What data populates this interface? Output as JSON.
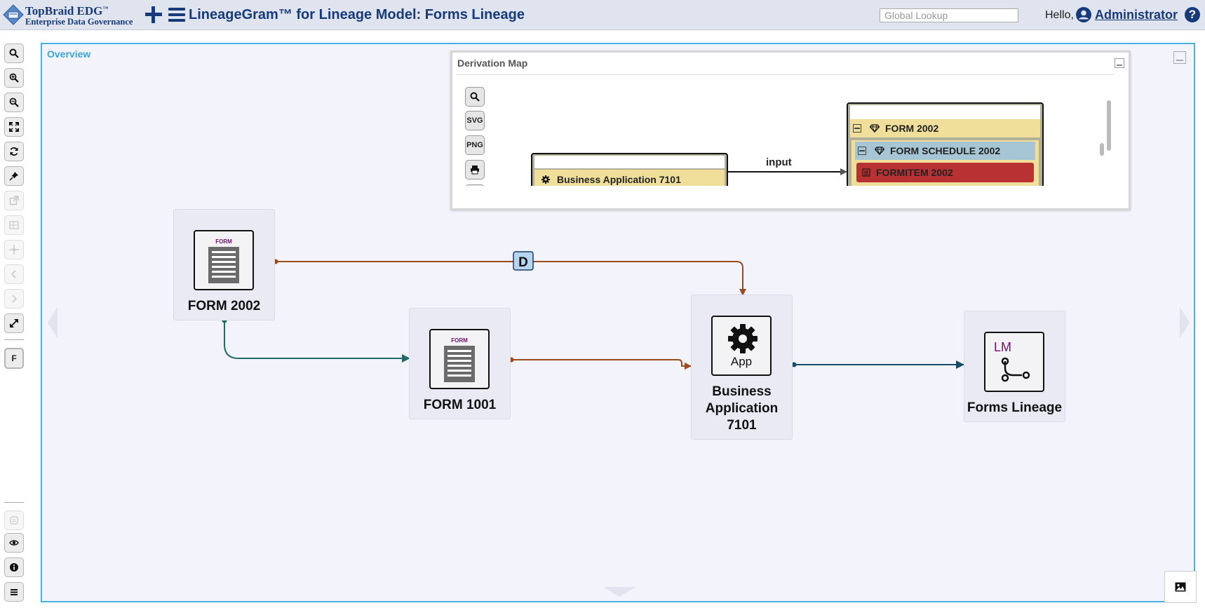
{
  "header": {
    "logo_title": "TopBraid EDG",
    "logo_tm": "™",
    "logo_subtitle": "Enterprise Data Governance",
    "page_title": "LineageGram™ for Lineage Model: Forms Lineage",
    "search_placeholder": "Global Lookup",
    "greeting": "Hello,",
    "user_name": "Administrator",
    "help_label": "?"
  },
  "toolbar": {
    "buttons": [
      "search-icon",
      "zoom-in-icon",
      "zoom-out-icon",
      "fit-screen-icon",
      "refresh-icon",
      "pin-icon",
      "open-external-icon",
      "layout-icon",
      "center-icon",
      "previous-icon",
      "next-icon",
      "expand-icon"
    ],
    "filter_label": "F",
    "bottom_buttons": [
      "comment-icon",
      "eye-icon",
      "info-icon",
      "menu-icon"
    ]
  },
  "canvas": {
    "label": "Overview",
    "nodes": [
      {
        "label": "FORM 2002",
        "icon": "form-icon",
        "icon_text": "FORM"
      },
      {
        "label": "FORM 1001",
        "icon": "form-icon",
        "icon_text": "FORM"
      },
      {
        "label": "Business Application 7101",
        "icon": "gear-icon",
        "icon_text": "App"
      },
      {
        "label": "Forms Lineage",
        "icon": "lineage-model-icon",
        "icon_text": "LM"
      }
    ],
    "edge_badge": "D",
    "colors": {
      "derivation_edge": "#9b4a1e",
      "data_edge": "#1f6b68",
      "lineage_edge": "#164b6a",
      "frame": "#4ab1e4",
      "background": "#f2f3fb"
    }
  },
  "derivation_map": {
    "title": "Derivation Map",
    "buttons": [
      "search-icon",
      "SVG",
      "PNG",
      "print-icon",
      "zoom-in-icon"
    ],
    "source": {
      "label": "Business Application 7101",
      "color": "#efdf9b"
    },
    "edge_label": "input",
    "target": {
      "label": "FORM 2002",
      "child": "FORM SCHEDULE 2002",
      "item": "FORMITEM 2002",
      "colors": {
        "parent": "#efdf9b",
        "child": "#a6c6d6",
        "item": "#b93233"
      }
    }
  }
}
